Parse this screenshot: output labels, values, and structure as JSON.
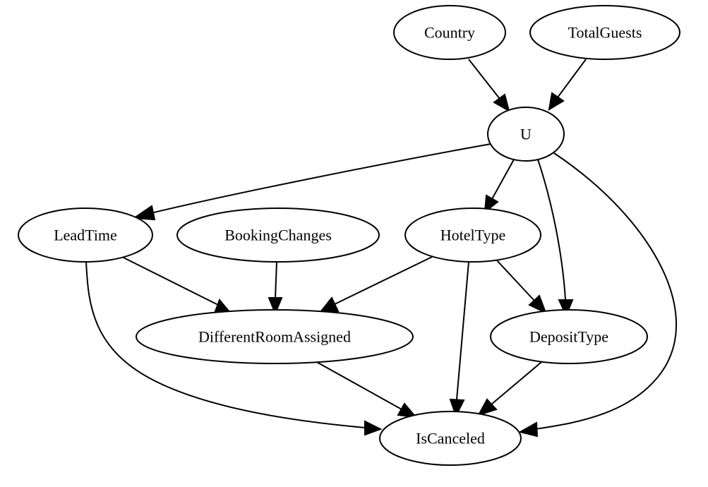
{
  "graph": {
    "nodes": {
      "country": {
        "label": "Country"
      },
      "total_guests": {
        "label": "TotalGuests"
      },
      "u": {
        "label": "U"
      },
      "lead_time": {
        "label": "LeadTime"
      },
      "booking_changes": {
        "label": "BookingChanges"
      },
      "hotel_type": {
        "label": "HotelType"
      },
      "different_room_assigned": {
        "label": "DifferentRoomAssigned"
      },
      "deposit_type": {
        "label": "DepositType"
      },
      "is_canceled": {
        "label": "IsCanceled"
      }
    },
    "edges": [
      {
        "from": "country",
        "to": "u"
      },
      {
        "from": "total_guests",
        "to": "u"
      },
      {
        "from": "u",
        "to": "lead_time"
      },
      {
        "from": "u",
        "to": "hotel_type"
      },
      {
        "from": "u",
        "to": "deposit_type"
      },
      {
        "from": "u",
        "to": "is_canceled"
      },
      {
        "from": "lead_time",
        "to": "different_room_assigned"
      },
      {
        "from": "lead_time",
        "to": "is_canceled"
      },
      {
        "from": "booking_changes",
        "to": "different_room_assigned"
      },
      {
        "from": "hotel_type",
        "to": "different_room_assigned"
      },
      {
        "from": "hotel_type",
        "to": "is_canceled"
      },
      {
        "from": "hotel_type",
        "to": "deposit_type"
      },
      {
        "from": "different_room_assigned",
        "to": "is_canceled"
      },
      {
        "from": "deposit_type",
        "to": "is_canceled"
      }
    ]
  }
}
